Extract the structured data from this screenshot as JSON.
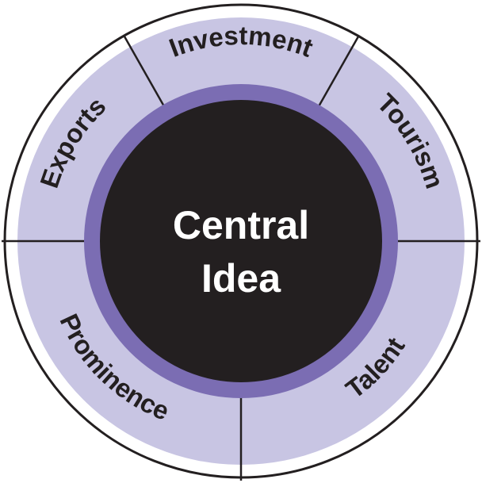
{
  "center": {
    "line1": "Central",
    "line2": "Idea"
  },
  "segments": [
    {
      "id": "investment",
      "label": "Investment"
    },
    {
      "id": "tourism",
      "label": "Tourism"
    },
    {
      "id": "talent",
      "label": "Talent"
    },
    {
      "id": "prominence",
      "label": "Prominence"
    },
    {
      "id": "exports",
      "label": "Exports"
    }
  ],
  "colors": {
    "segment_fill": "#c8c5e3",
    "inner_ring": "#7b6db3",
    "center_fill": "#231f20",
    "outline": "#231f20",
    "center_text": "#ffffff"
  }
}
